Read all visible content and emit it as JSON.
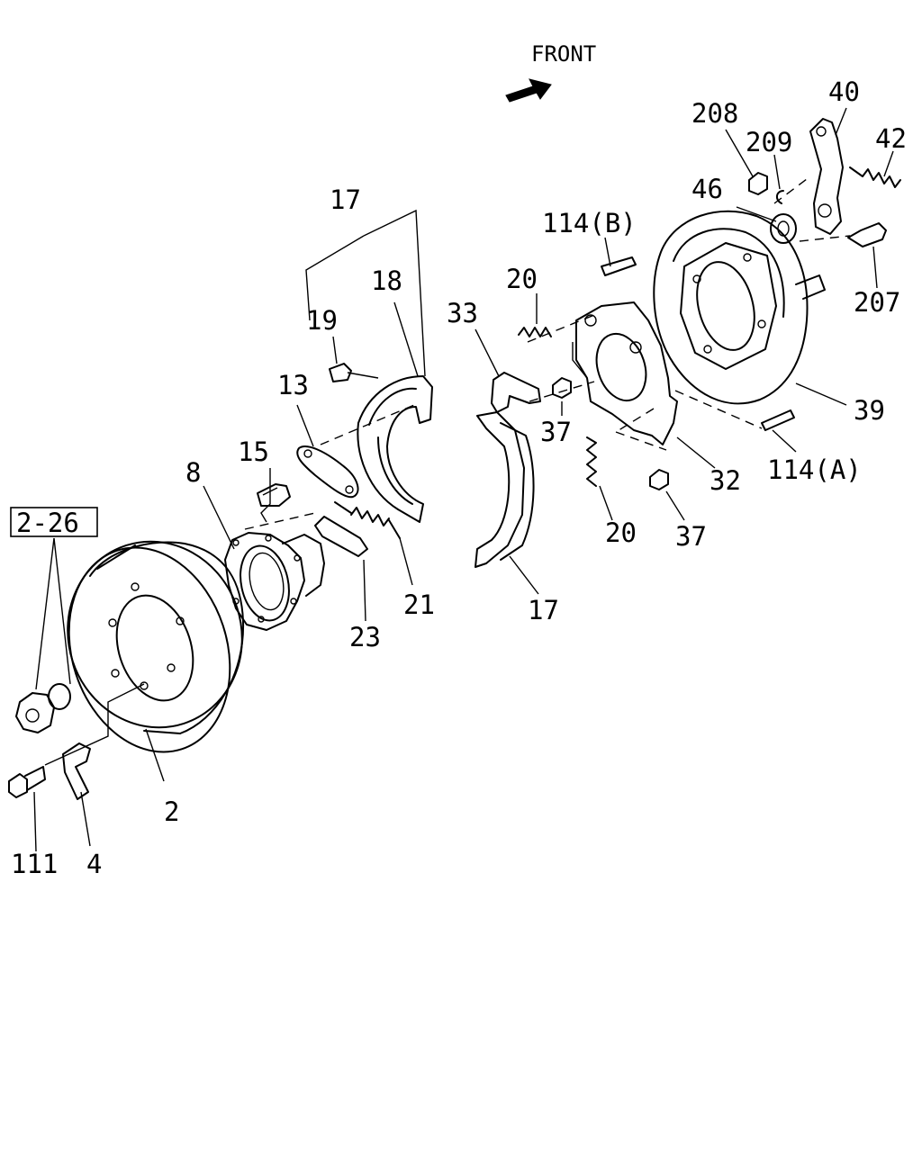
{
  "front_label": "FRONT",
  "labels": {
    "ref_2_26": "2-26",
    "p2": "2",
    "p4": "4",
    "p8": "8",
    "p13": "13",
    "p15": "15",
    "p17_top": "17",
    "p17_bottom": "17",
    "p18": "18",
    "p19": "19",
    "p20_top": "20",
    "p20_bottom": "20",
    "p21": "21",
    "p23": "23",
    "p32": "32",
    "p33": "33",
    "p37_top": "37",
    "p37_bottom": "37",
    "p39": "39",
    "p40": "40",
    "p42": "42",
    "p46": "46",
    "p111": "111",
    "p114a": "114(A)",
    "p114b": "114(B)",
    "p207": "207",
    "p208": "208",
    "p209": "209"
  }
}
